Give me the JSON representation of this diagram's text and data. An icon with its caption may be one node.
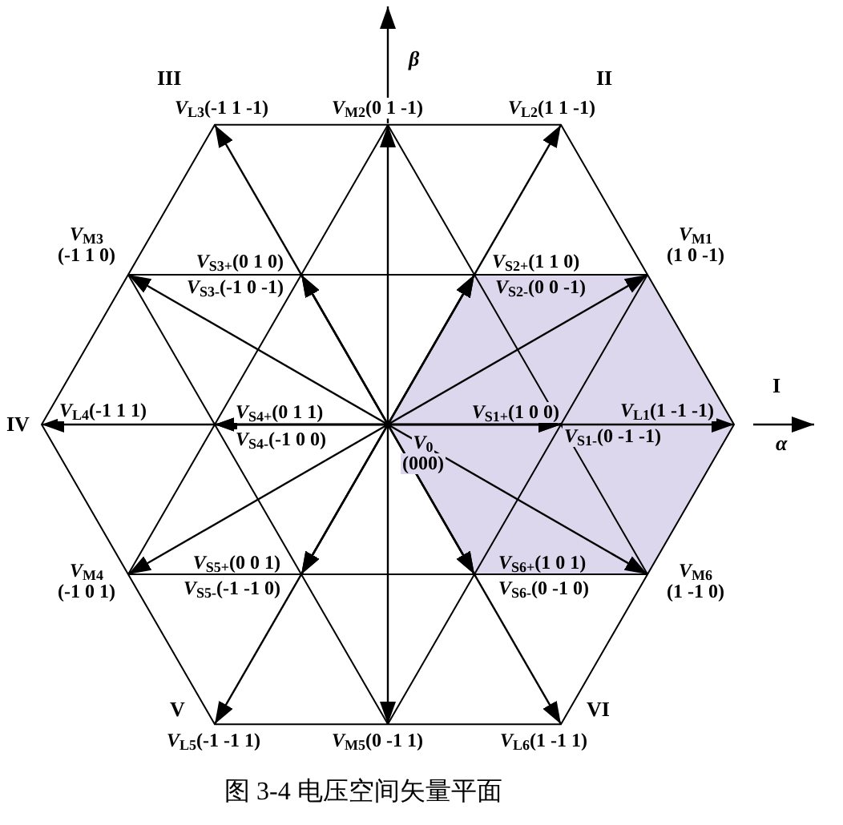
{
  "diagram": {
    "caption": "图 3-4 电压空间矢量平面",
    "nodes": [
      {
        "text": [
          "*V*$_{L3}$(-1 1 -1)"
        ]
      },
      {
        "text": [
          "*V*$_{M2}$(0 1 -1)"
        ]
      },
      {
        "text": [
          "*V*$_{L2}$(1 1 -1)"
        ]
      },
      {
        "text": [
          "*V*$_{M3}$ (-1 1 0)"
        ]
      },
      {
        "text": [
          "*V*$_{S3+}$(0 1 0)"
        ]
      },
      {
        "text": [
          "*V*$_{S3-}$(-1 0 -1)"
        ]
      },
      {
        "text": [
          "*V*$_{S2+}$(1 1 0)"
        ]
      },
      {
        "text": [
          "*V*$_{S2-}$(0 0 -1)"
        ]
      },
      {
        "text": [
          "*V*$_{M1}$ (1 0 -1)"
        ]
      },
      {
        "text": [
          "*V*$_{L4}$(-1 1 1)"
        ]
      },
      {
        "text": [
          "*V*$_{S4+}$(0 1 1)"
        ]
      },
      {
        "text": [
          "*V*$_{S4-}$(-1 0 0)"
        ]
      },
      {
        "text": [
          "*V*$_{0}$",
          "(000)"
        ]
      },
      {
        "text": [
          "*V*$_{S1+}$(1 0 0)"
        ]
      },
      {
        "text": [
          "*V*$_{L1}$(1 -1 -1)"
        ]
      },
      {
        "text": [
          "*V*$_{S1-}$(0 -1 -1)"
        ]
      },
      {
        "text": [
          "*V*$_{M4}$ (-1 0 1)"
        ]
      },
      {
        "text": [
          "*V*$_{S5+}$(0 0 1)"
        ]
      },
      {
        "text": [
          "*V*$_{S6+}$(1 0 1)"
        ]
      },
      {
        "text": [
          "*V*$_{M6}$ (1 -1 0)"
        ]
      },
      {
        "text": [
          "*V*$_{S5-}$(-1 -1 0)"
        ]
      },
      {
        "text": [
          "*V*$_{S6-}$(0 -1 0)"
        ]
      },
      {
        "text": [
          "*V*$_{L5}$(-1 -1 1)"
        ]
      },
      {
        "text": [
          "*V*$_{M5}$(0 -1 1)"
        ]
      },
      {
        "text": [
          "*V*$_{L6}$(1 -1 1)"
        ]
      }
    ],
    "edges": [
      {
        "from": 12,
        "to": 0,
        "arrow": "to"
      },
      {
        "from": 12,
        "to": 1,
        "arrow": "to"
      },
      {
        "from": 12,
        "to": 2,
        "arrow": "to"
      },
      {
        "from": 12,
        "to": 3,
        "arrow": "to"
      },
      {
        "from": 12,
        "to": 4,
        "arrow": "to"
      },
      {
        "from": 12,
        "to": 5,
        "arrow": "to"
      },
      {
        "from": 12,
        "to": 6,
        "arrow": "to"
      },
      {
        "from": 12,
        "to": 7,
        "arrow": "to"
      },
      {
        "from": 12,
        "to": 8,
        "arrow": "to"
      },
      {
        "from": 12,
        "to": 9,
        "arrow": "to"
      },
      {
        "from": 12,
        "to": 10,
        "arrow": "to"
      },
      {
        "from": 12,
        "to": 11,
        "arrow": "to"
      },
      {
        "from": 12,
        "to": 13,
        "arrow": "to"
      },
      {
        "from": 12,
        "to": 14,
        "arrow": "to"
      },
      {
        "from": 12,
        "to": 15,
        "arrow": "to"
      },
      {
        "from": 12,
        "to": 16,
        "arrow": "to"
      },
      {
        "from": 12,
        "to": 17,
        "arrow": "to"
      },
      {
        "from": 12,
        "to": 18,
        "arrow": "to"
      },
      {
        "from": 12,
        "to": 19,
        "arrow": "to"
      },
      {
        "from": 12,
        "to": 20,
        "arrow": "to"
      },
      {
        "from": 12,
        "to": 21,
        "arrow": "to"
      },
      {
        "from": 12,
        "to": 22,
        "arrow": "to"
      },
      {
        "from": 12,
        "to": 23,
        "arrow": "to"
      },
      {
        "from": 12,
        "to": 24,
        "arrow": "to"
      }
    ],
    "labels": [
      "β",
      "III",
      "II",
      "I",
      "IV",
      "α",
      "V",
      "VI"
    ]
  }
}
